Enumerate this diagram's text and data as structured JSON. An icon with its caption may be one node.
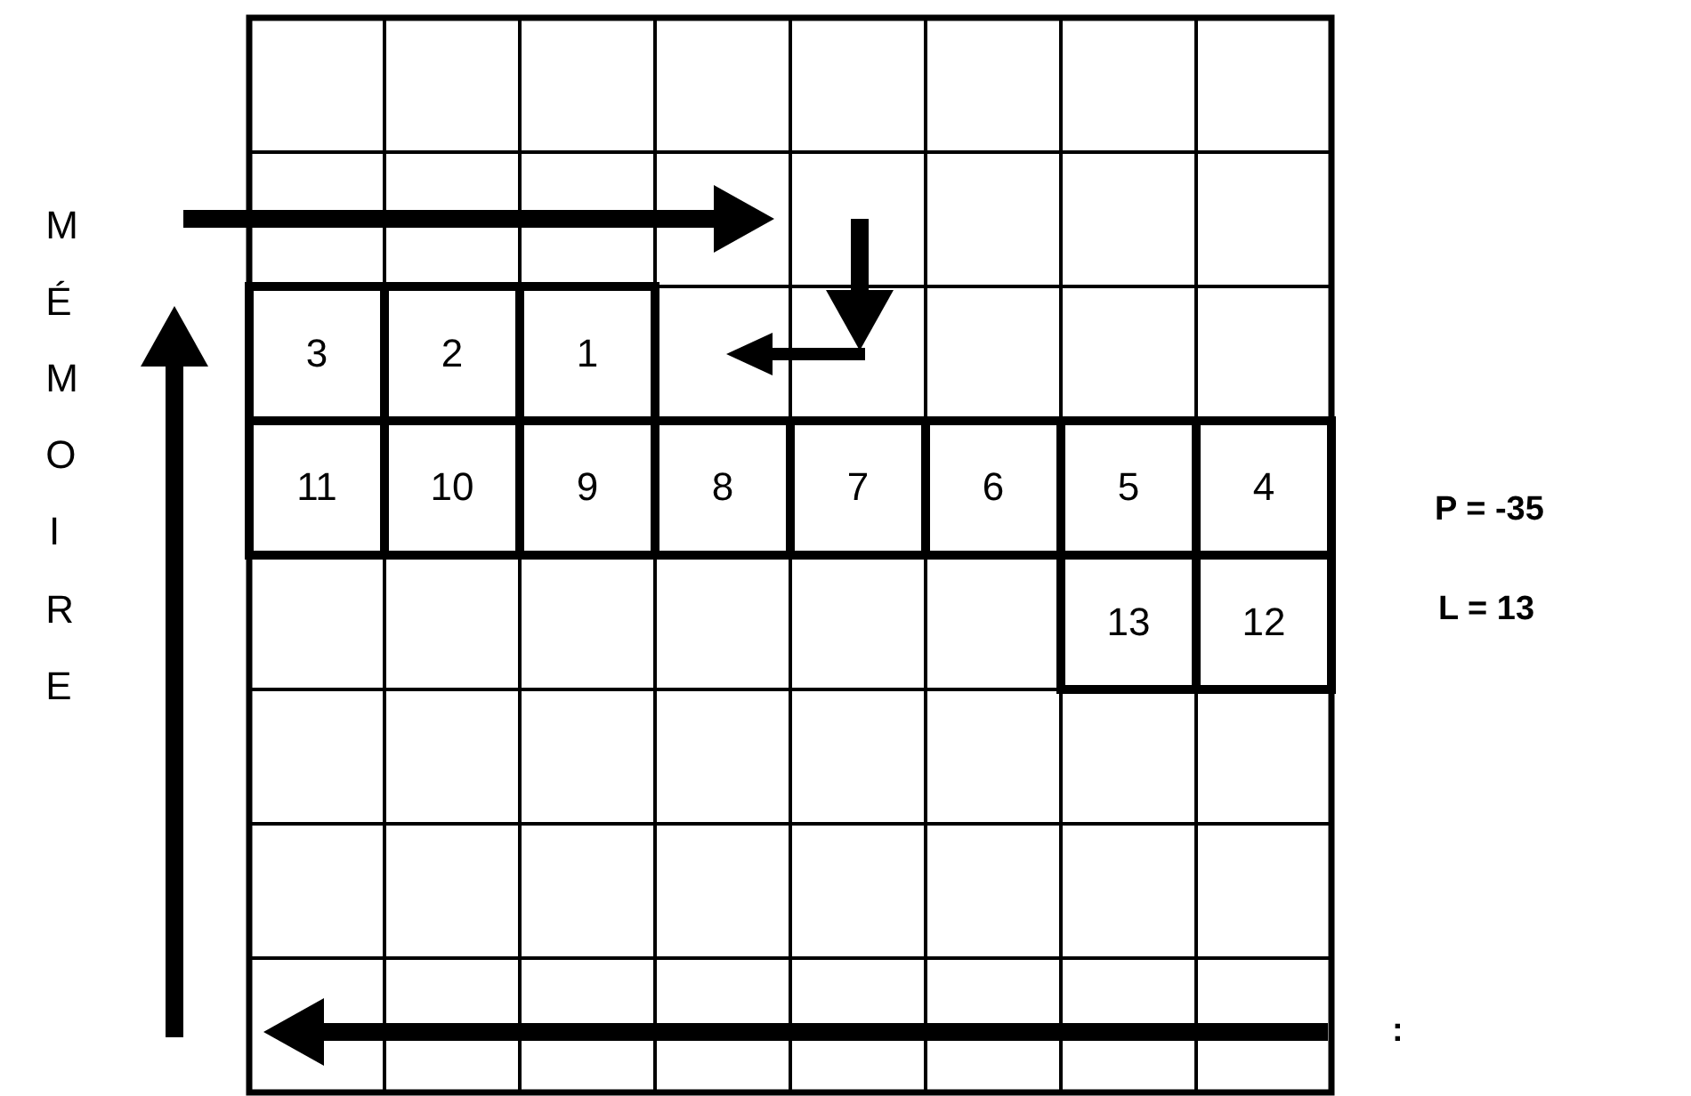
{
  "diagram": {
    "labels": [
      "MÉMOIRE",
      "3",
      "2",
      "1",
      "11",
      "10",
      "9",
      "8",
      "7",
      "6",
      "5",
      "4",
      "P = -35",
      "13",
      "12",
      "L = 13",
      ":"
    ]
  }
}
